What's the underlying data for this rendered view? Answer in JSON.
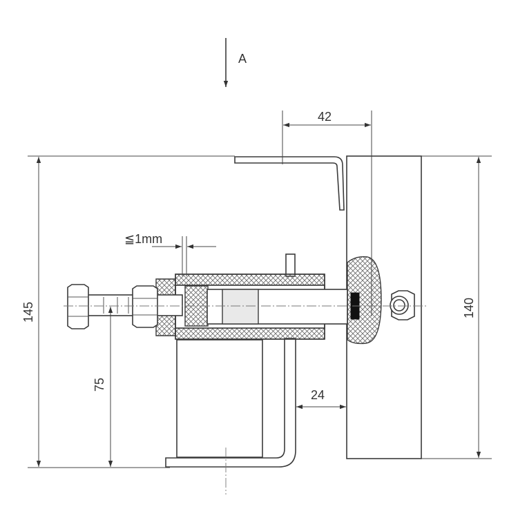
{
  "view_marker": {
    "label": "A"
  },
  "dimensions": {
    "top_width": "42",
    "gap": "≦1mm",
    "total_height": "145",
    "plate_height": "140",
    "bolt_height": "75",
    "leg_offset": "24"
  }
}
